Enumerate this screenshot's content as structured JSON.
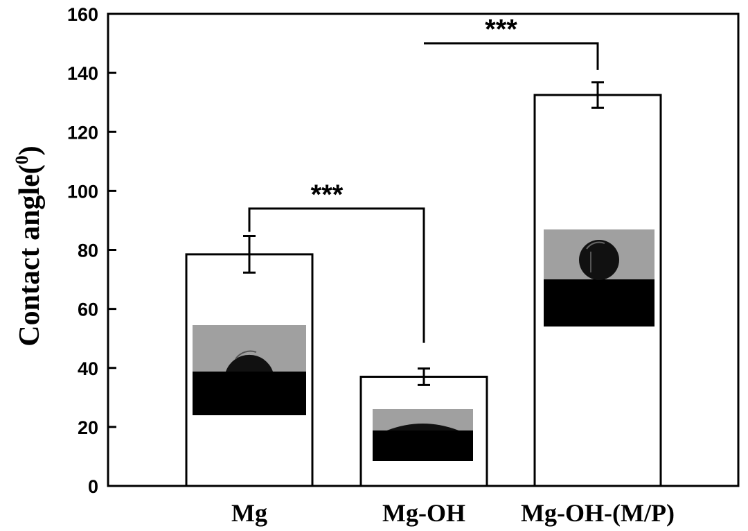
{
  "chart_data": {
    "type": "bar",
    "title": "",
    "xlabel": "",
    "ylabel": "Contact angle(",
    "ylabel_superscript": "0",
    "ylabel_suffix": ")",
    "ylim": [
      0,
      160
    ],
    "yticks": [
      0,
      20,
      40,
      60,
      80,
      100,
      120,
      140,
      160
    ],
    "categories": [
      "Mg",
      "Mg-OH",
      "Mg-OH-(M/P)"
    ],
    "values": [
      78.5,
      37,
      132.5
    ],
    "errors": [
      6.2,
      2.8,
      4.3
    ],
    "significance": [
      {
        "from": 0,
        "to": 1,
        "label": "***"
      },
      {
        "from": 1,
        "to": 2,
        "label": "***"
      }
    ],
    "inset_images": [
      "water-droplet-on-mg",
      "water-droplet-on-mg-oh",
      "water-droplet-on-mg-oh-mp"
    ],
    "colors": {
      "bar_fill": "#ffffff",
      "bar_stroke": "#000000",
      "inset_bg": "#a0a0a0",
      "inset_surface": "#000000"
    }
  }
}
